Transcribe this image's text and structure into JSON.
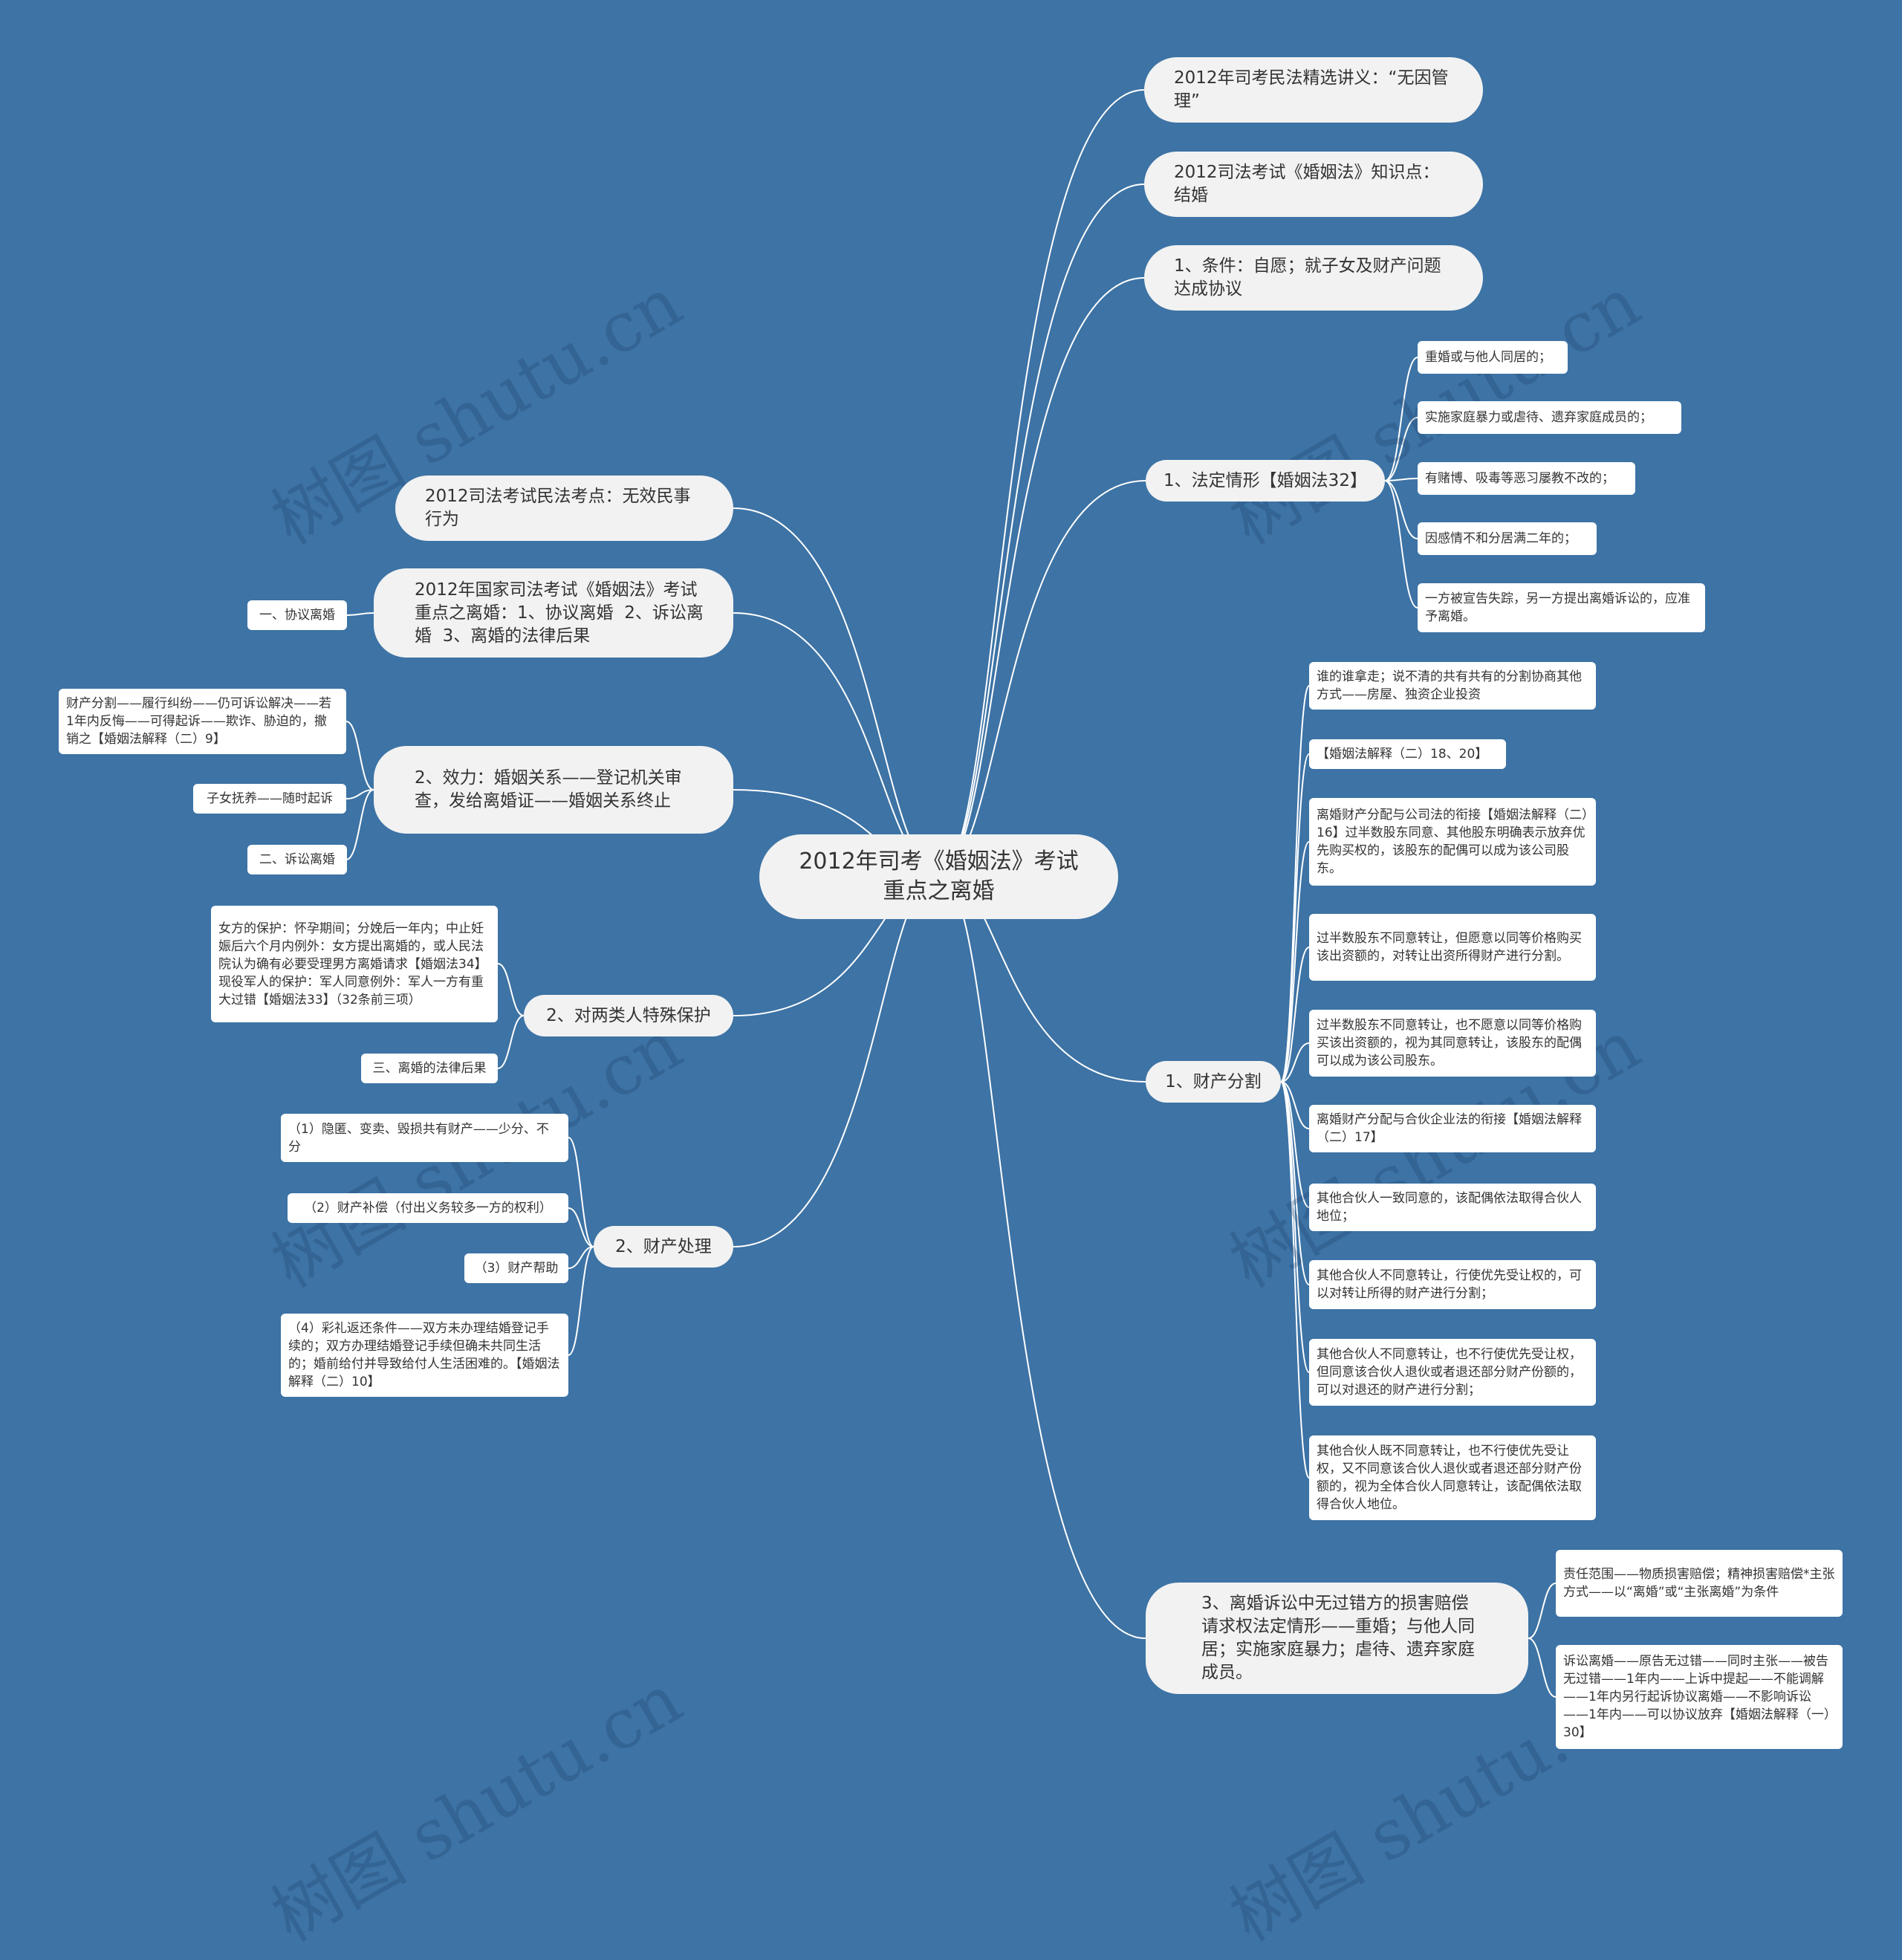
{
  "colors": {
    "background": "#3d73a5",
    "node_fill": "#f2f2f2",
    "leaf_fill": "#ffffff",
    "line": "#ffffff",
    "text": "#333333"
  },
  "watermark": "树图 shutu.cn",
  "root": "2012年司考《婚姻法》考试重点之离婚",
  "right": [
    {
      "text": "2012年司考民法精选讲义：“无因管理”",
      "children": []
    },
    {
      "text": "2012司法考试《婚姻法》知识点：结婚",
      "children": []
    },
    {
      "text": "1、条件：自愿；就子女及财产问题达成协议",
      "children": []
    },
    {
      "text": "1、法定情形【婚姻法32】",
      "children": [
        "重婚或与他人同居的；",
        "实施家庭暴力或虐待、遗弃家庭成员的；",
        "有赌博、吸毒等恶习屡教不改的；",
        "因感情不和分居满二年的；",
        "一方被宣告失踪，另一方提出离婚诉讼的，应准予离婚。"
      ]
    },
    {
      "text": "1、财产分割",
      "children": [
        "谁的谁拿走；说不清的共有共有的分割协商其他方式——房屋、独资企业投资",
        "【婚姻法解释（二）18、20】",
        "离婚财产分配与公司法的衔接【婚姻法解释（二）16】过半数股东同意、其他股东明确表示放弃优先购买权的，该股东的配偶可以成为该公司股东。",
        "过半数股东不同意转让，但愿意以同等价格购买该出资额的，对转让出资所得财产进行分割。",
        "过半数股东不同意转让，也不愿意以同等价格购买该出资额的，视为其同意转让，该股东的配偶可以成为该公司股东。",
        "离婚财产分配与合伙企业法的衔接【婚姻法解释（二）17】",
        "其他合伙人一致同意的，该配偶依法取得合伙人地位；",
        "其他合伙人不同意转让，行使优先受让权的，可以对转让所得的财产进行分割；",
        "其他合伙人不同意转让，也不行使优先受让权，但同意该合伙人退伙或者退还部分财产份额的，可以对退还的财产进行分割；",
        "其他合伙人既不同意转让，也不行使优先受让权，又不同意该合伙人退伙或者退还部分财产份额的，视为全体合伙人同意转让，该配偶依法取得合伙人地位。"
      ]
    },
    {
      "text": "3、离婚诉讼中无过错方的损害赔偿请求权法定情形——重婚；与他人同居；实施家庭暴力；虐待、遗弃家庭成员。",
      "children": [
        "责任范围——物质损害赔偿；精神损害赔偿*主张方式——以“离婚”或“主张离婚”为条件",
        "诉讼离婚——原告无过错——同时主张——被告无过错——1年内——上诉中提起——不能调解——1年内另行起诉协议离婚——不影响诉讼——1年内——可以协议放弃【婚姻法解释（一）30】"
      ]
    }
  ],
  "left": [
    {
      "text": "2012司法考试民法考点：无效民事行为",
      "children": []
    },
    {
      "text": "2012年国家司法考试《婚姻法》考试重点之离婚：1、协议离婚  2、诉讼离婚  3、离婚的法律后果",
      "children": [
        "一、协议离婚"
      ]
    },
    {
      "text": "2、效力：婚姻关系——登记机关审查，发给离婚证——婚姻关系终止",
      "children": [
        "财产分割——履行纠纷——仍可诉讼解决——若1年内反悔——可得起诉——欺诈、胁迫的，撤销之【婚姻法解释（二）9】",
        "子女抚养——随时起诉",
        "二、诉讼离婚"
      ]
    },
    {
      "text": "2、对两类人特殊保护",
      "children": [
        "女方的保护：怀孕期间；分娩后一年内；中止妊娠后六个月内例外：女方提出离婚的，或人民法院认为确有必要受理男方离婚请求【婚姻法34】现役军人的保护：军人同意例外：军人一方有重大过错【婚姻法33】（32条前三项）",
        "三、离婚的法律后果"
      ]
    },
    {
      "text": "2、财产处理",
      "children": [
        "（1）隐匿、变卖、毁损共有财产——少分、不分",
        "（2）财产补偿（付出义务较多一方的权利）",
        "（3）财产帮助",
        "（4）彩礼返还条件——双方未办理结婚登记手续的；双方办理结婚登记手续但确未共同生活的；婚前给付并导致给付人生活困难的。【婚姻法解释（二）10】"
      ]
    }
  ]
}
